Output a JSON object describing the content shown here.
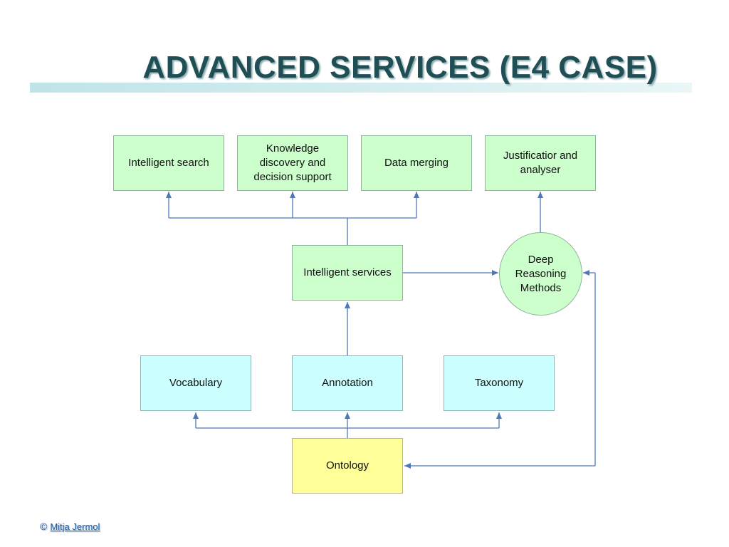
{
  "title": "ADVANCED SERVICES (E4 CASE)",
  "nodes": {
    "intelligent_search": "Intelligent search",
    "knowledge_discovery": "Knowledge discovery and decision support",
    "data_merging": "Data merging",
    "justification": "Justificatior and analyser",
    "intelligent_services": "Intelligent services",
    "deep_reasoning": "Deep Reasoning Methods",
    "vocabulary": "Vocabulary",
    "annotation": "Annotation",
    "taxonomy": "Taxonomy",
    "ontology": "Ontology"
  },
  "colors": {
    "service_box": "#ccffcc",
    "data_box": "#ccffff",
    "ontology_box": "#ffff99",
    "connector": "#4a78b8",
    "title": "#1f4e55"
  },
  "footer": {
    "copyright_symbol": "©",
    "author": "Mitja Jermol"
  }
}
